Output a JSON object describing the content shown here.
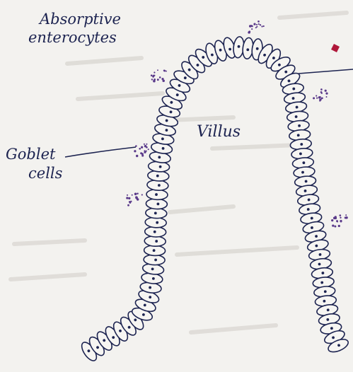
{
  "labels": {
    "absorptive_1": "Absorptive",
    "absorptive_2": "enterocytes",
    "villus": "Villus",
    "goblet_1": "Goblet",
    "goblet_2": "cells"
  },
  "colors": {
    "paper": "#f3f2ef",
    "ink": "#1c2350",
    "mucus": "#5a3a8a",
    "marker_red": "#b0183a"
  }
}
